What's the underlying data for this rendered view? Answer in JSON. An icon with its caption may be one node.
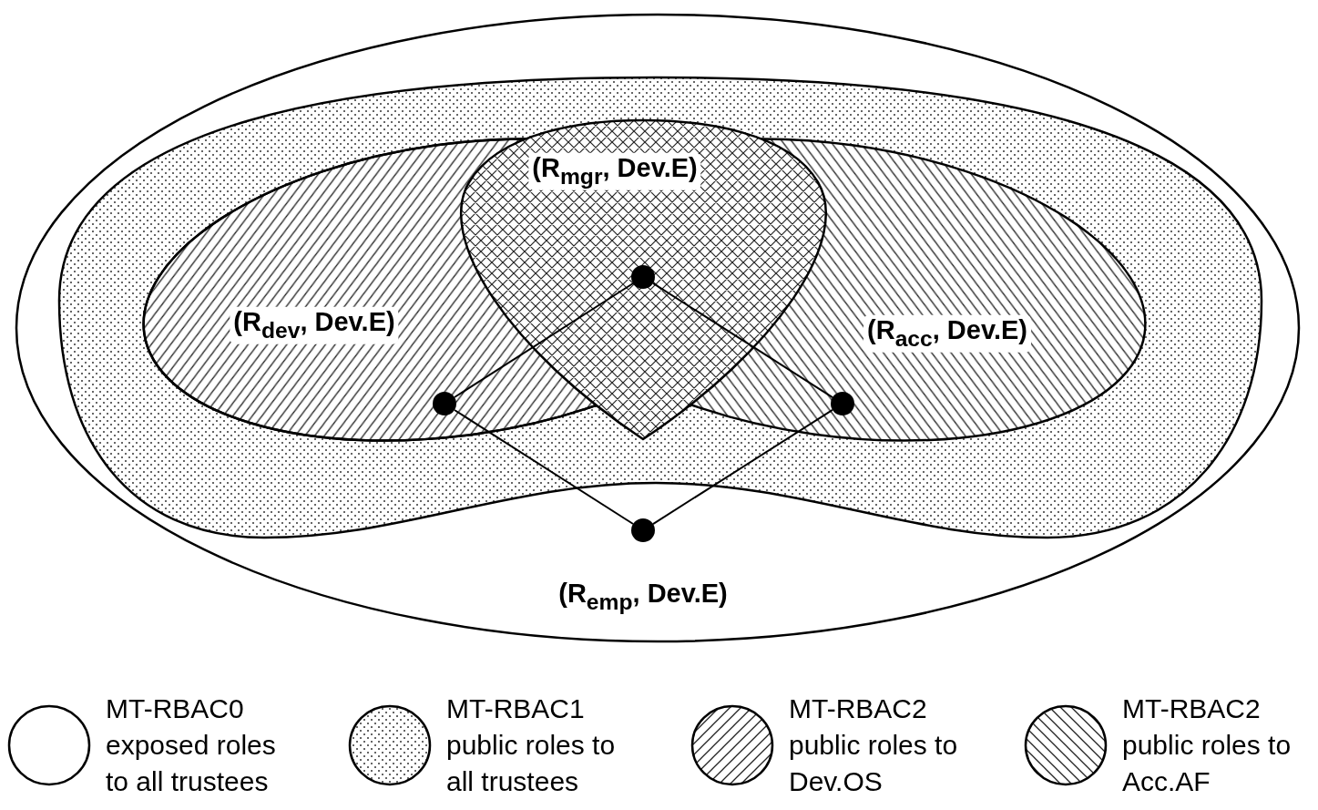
{
  "diagram": {
    "nodes": [
      {
        "text": [],
        "shape": "circle",
        "beside": [
          "(R$_{mgr}$, Dev.E)"
        ]
      },
      {
        "text": [],
        "shape": "circle",
        "beside": [
          "(R$_{dev}$, Dev.E)"
        ]
      },
      {
        "text": [],
        "shape": "circle",
        "beside": [
          "(R$_{acc}$, Dev.E)"
        ]
      },
      {
        "text": [],
        "shape": "circle",
        "beside": [
          "(R$_{emp}$, Dev.E)"
        ]
      }
    ],
    "edges": [
      {
        "from": 3,
        "to": 1,
        "arrow": "none"
      },
      {
        "from": 3,
        "to": 2,
        "arrow": "none"
      },
      {
        "from": 1,
        "to": 0,
        "arrow": "none"
      },
      {
        "from": 2,
        "to": 0,
        "arrow": "none"
      }
    ],
    "legend": [
      {
        "text": "MT-RBAC0 exposed roles to all trustees"
      },
      {
        "text": "MT-RBAC1 public roles to all trustees"
      },
      {
        "text": "MT-RBAC2 public roles to Dev.OS"
      },
      {
        "text": "MT-RBAC2 public roles to Acc.AF"
      }
    ]
  }
}
